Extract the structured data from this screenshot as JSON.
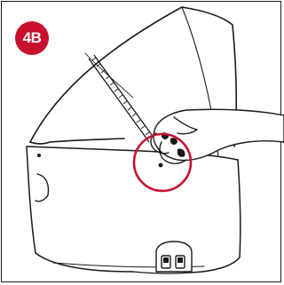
{
  "step": {
    "label": "4B"
  },
  "colors": {
    "accent": "#c8102e",
    "line": "#1a1a1a",
    "background": "#ffffff"
  },
  "icons": {
    "step_badge": "step-number-badge",
    "highlight": "detail-highlight-circle"
  }
}
